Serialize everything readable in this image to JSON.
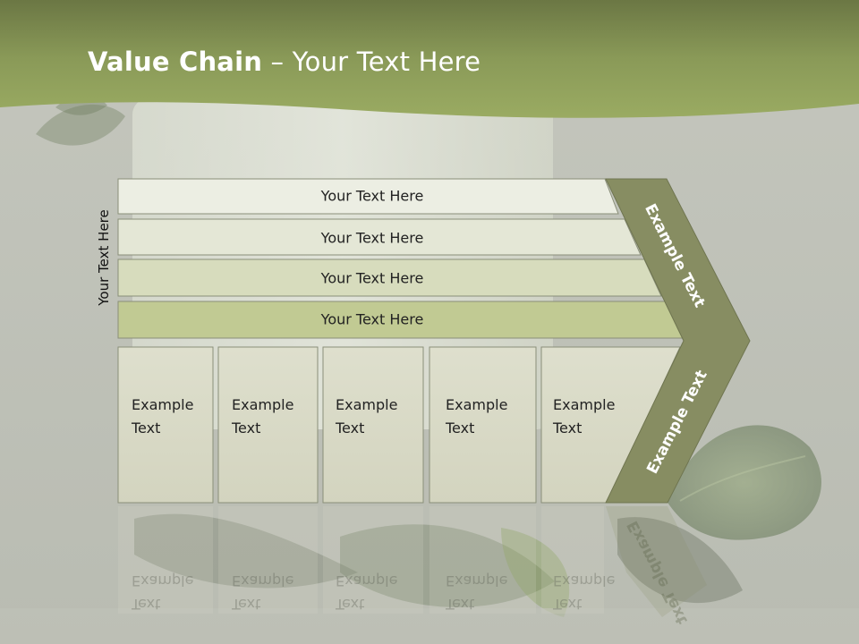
{
  "slide": {
    "title_bold": "Value Chain",
    "title_rest": " – Your Text Here",
    "side_label": "Your Text Here"
  },
  "support_bars": [
    {
      "label": "Your Text Here"
    },
    {
      "label": "Your Text Here"
    },
    {
      "label": "Your Text Here"
    },
    {
      "label": "Your Text Here"
    }
  ],
  "primary_activities": [
    {
      "line1": "Example",
      "line2": "Text"
    },
    {
      "line1": "Example",
      "line2": "Text"
    },
    {
      "line1": "Example",
      "line2": "Text"
    },
    {
      "line1": "Example",
      "line2": "Text"
    },
    {
      "line1": "Example",
      "line2": "Text"
    }
  ],
  "margin_chevron": {
    "upper_label": "Example Text",
    "lower_label": "Example Text"
  },
  "colors": {
    "header_green": "#8e9d55",
    "bar_light": "#e7eadc",
    "bar_dark": "#c3cc97",
    "activity_box": "#d9dac6",
    "chevron": "#878d62"
  }
}
